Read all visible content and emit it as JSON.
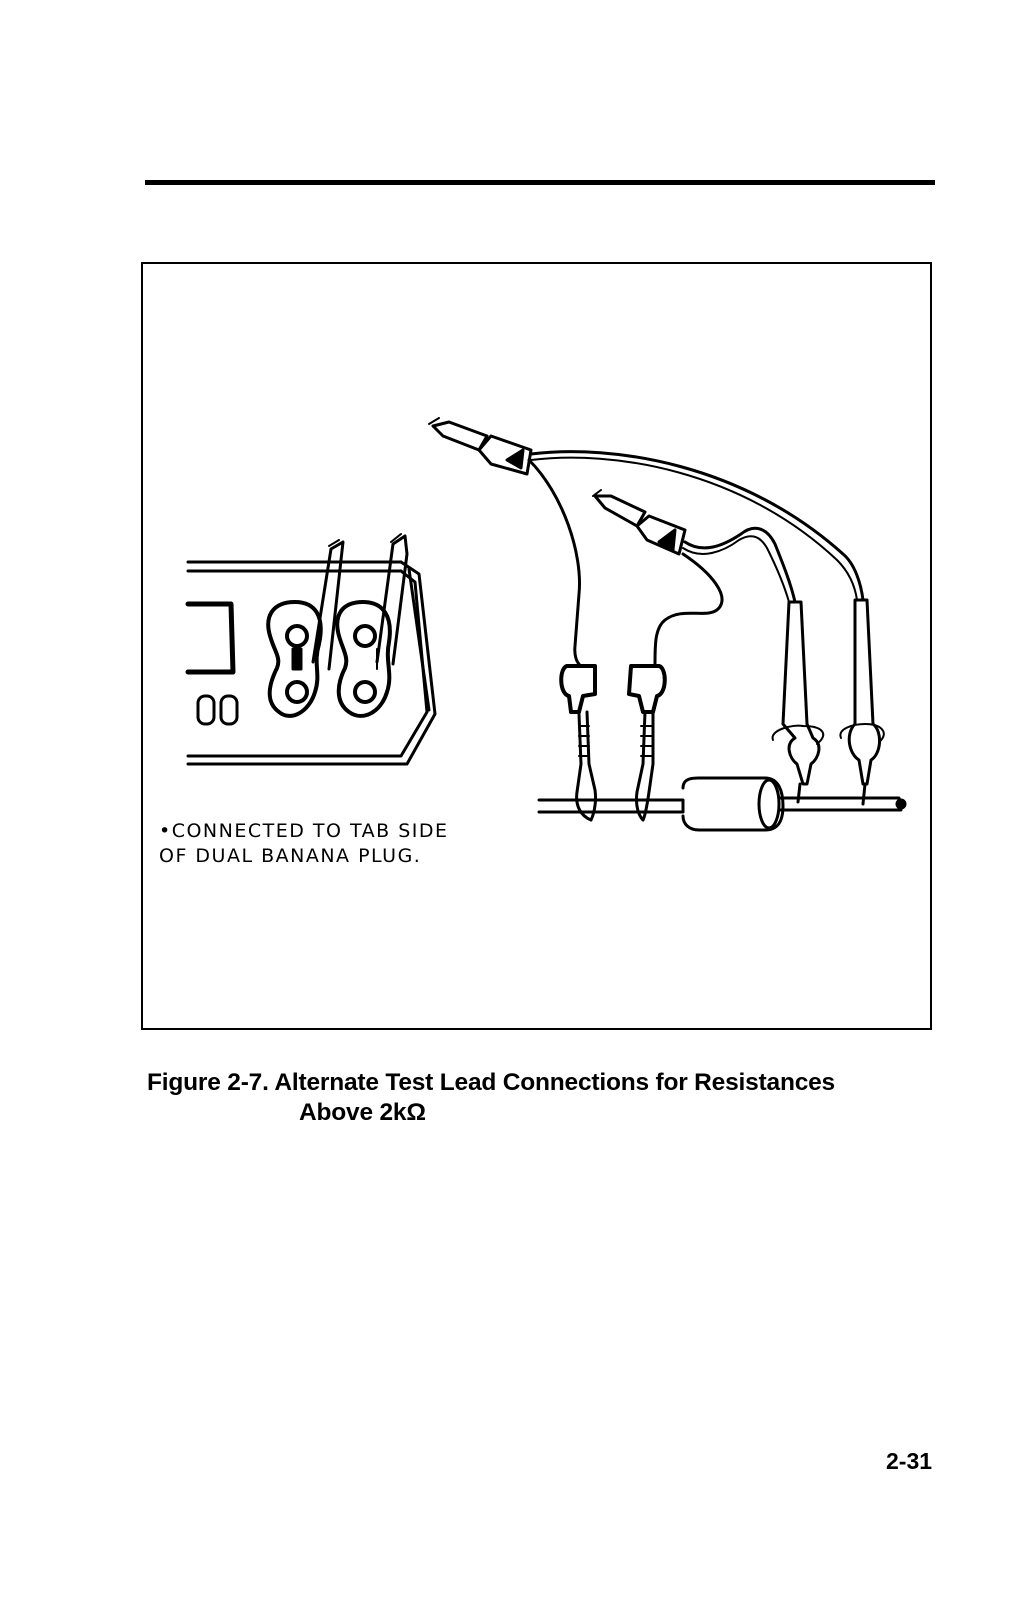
{
  "figure": {
    "note_line1": "•CONNECTED TO TAB SIDE",
    "note_line2": "OF DUAL BANANA PLUG.",
    "caption_line1": "Figure 2-7. Alternate Test Lead Connections for Resistances",
    "caption_line2": "Above 2kΩ"
  },
  "page": {
    "number": "2-31"
  }
}
